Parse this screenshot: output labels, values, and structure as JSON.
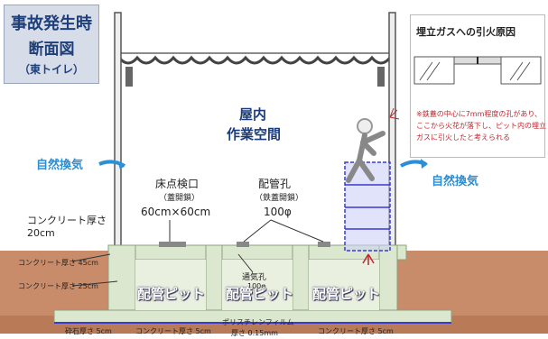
{
  "title": {
    "line1": "事故発生時",
    "line2": "断面図",
    "line3": "（東トイレ）"
  },
  "inset": {
    "heading": "埋立ガスへの引火原因",
    "note": [
      "※鉄蓋の中心に7mm程度の孔があり、",
      "ここから火花が落下し、ピット内の埋立",
      "ガスに引火したと考えられる"
    ]
  },
  "interior": {
    "line1": "屋内",
    "line2": "作業空間"
  },
  "ventilation": {
    "left": "自然換気",
    "right": "自然換気"
  },
  "inspection_port": {
    "line1": "床点検口",
    "line2": "（蓋開鎖）",
    "size": "60cm×60cm"
  },
  "pipe_hole": {
    "line1": "配管孔",
    "line2": "（鉄蓋開鎖）",
    "size": "100φ"
  },
  "vent_hole": {
    "line1": "通気孔",
    "size": "100φ"
  },
  "concrete_top": {
    "line1": "コンクリート厚さ",
    "line2": "20cm"
  },
  "concrete_45": "コンクリート厚さ 45cm",
  "concrete_25": "コンクリート厚さ 25cm",
  "pits": [
    "配管ピット",
    "配管ピット",
    "配管ピット"
  ],
  "bottom_labels": {
    "gravel": "砕石厚さ 5cm",
    "concrete_5a": "コンクリート厚さ 5cm",
    "film": "ポリスチレンフィルム",
    "film_thickness": "厚さ 0.15mm",
    "concrete_5b": "コンクリート厚さ 5cm"
  },
  "colors": {
    "soil": "#c98c6a",
    "concrete": "#dbe8cf",
    "pit_text": "#ffffff",
    "vent": "#2b8fd6",
    "title": "#1f3f7a",
    "arrow_red": "#c0282e",
    "scaffold": "#3a3ad0"
  }
}
